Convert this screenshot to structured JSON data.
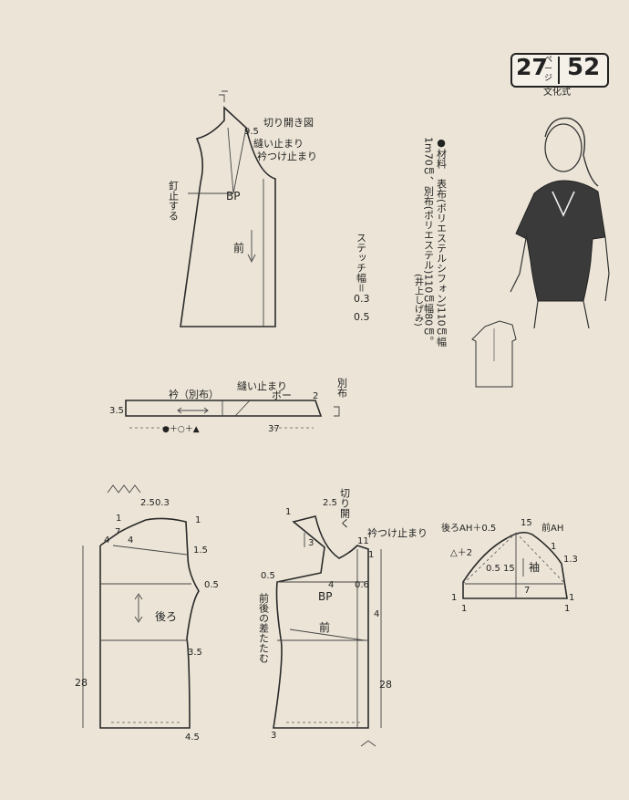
{
  "header": {
    "page_label_number": "27",
    "page_label_unit": "ページ",
    "pattern_number": "52",
    "method": "文化式"
  },
  "materials": {
    "bullet": "●",
    "line1": "材料　表布(ポリエステルシフォン)110㎝幅",
    "line2": "1m70㎝、別布(ポリエステル)110㎝幅80㎝。",
    "line3": "(井上しげみ)"
  },
  "stitch_width": {
    "label": "ステッチ幅＝",
    "values": "0.3\n0.5"
  },
  "top_diagram": {
    "cut_open_diagram": "切り開き図",
    "stitch_stop": "縫い止まり",
    "collar_attach_stop": "衿つけ止まり",
    "tack": "釘止する",
    "bp": "BP",
    "front": "前",
    "dim_95": "9.5"
  },
  "collar": {
    "label": "衿（別布）",
    "stitch_stop": "縫い止まり",
    "bow": "ボー",
    "separate_cloth": "別布",
    "dim_35": "3.5",
    "dim_2": "2",
    "dim_37": "37",
    "formula": "●＋○＋▲"
  },
  "back_bodice": {
    "label": "後ろ",
    "dim_25": "2.5",
    "dim_03": "0.3",
    "dim_1a": "1",
    "dim_1b": "1",
    "dim_7": "7",
    "dim_4a": "4",
    "dim_4b": "4",
    "dim_15": "1.5",
    "dim_05": "0.5",
    "dim_35": "3.5",
    "dim_28": "28",
    "dim_45": "4.5"
  },
  "front_bodice": {
    "label": "前",
    "cut_open": "切り開く",
    "collar_attach_stop": "衿つけ止まり",
    "tuck_diff": "前後の差たたむ",
    "bp": "BP",
    "dim_1": "1",
    "dim_25": "2.5",
    "dim_3": "3",
    "dim_11": "11",
    "dim_1b": "1",
    "dim_05": "0.5",
    "dim_4a": "4",
    "dim_06": "0.6",
    "dim_4b": "4",
    "dim_28": "28",
    "dim_3b": "3"
  },
  "sleeve": {
    "label": "袖",
    "back_ah": "後ろAH＋0.5",
    "front_ah": "前AH",
    "dim_15a": "15",
    "dim_15b": "15",
    "dim_2": "△＋2",
    "dim_05": "0.5",
    "dim_1": "1",
    "dim_13": "1.3",
    "dim_7": "7",
    "dim_1l": "1",
    "dim_1r": "1",
    "dim_1bl": "1",
    "dim_1br": "1"
  },
  "colors": {
    "paper": "#ece5d7",
    "ink": "#222222"
  }
}
